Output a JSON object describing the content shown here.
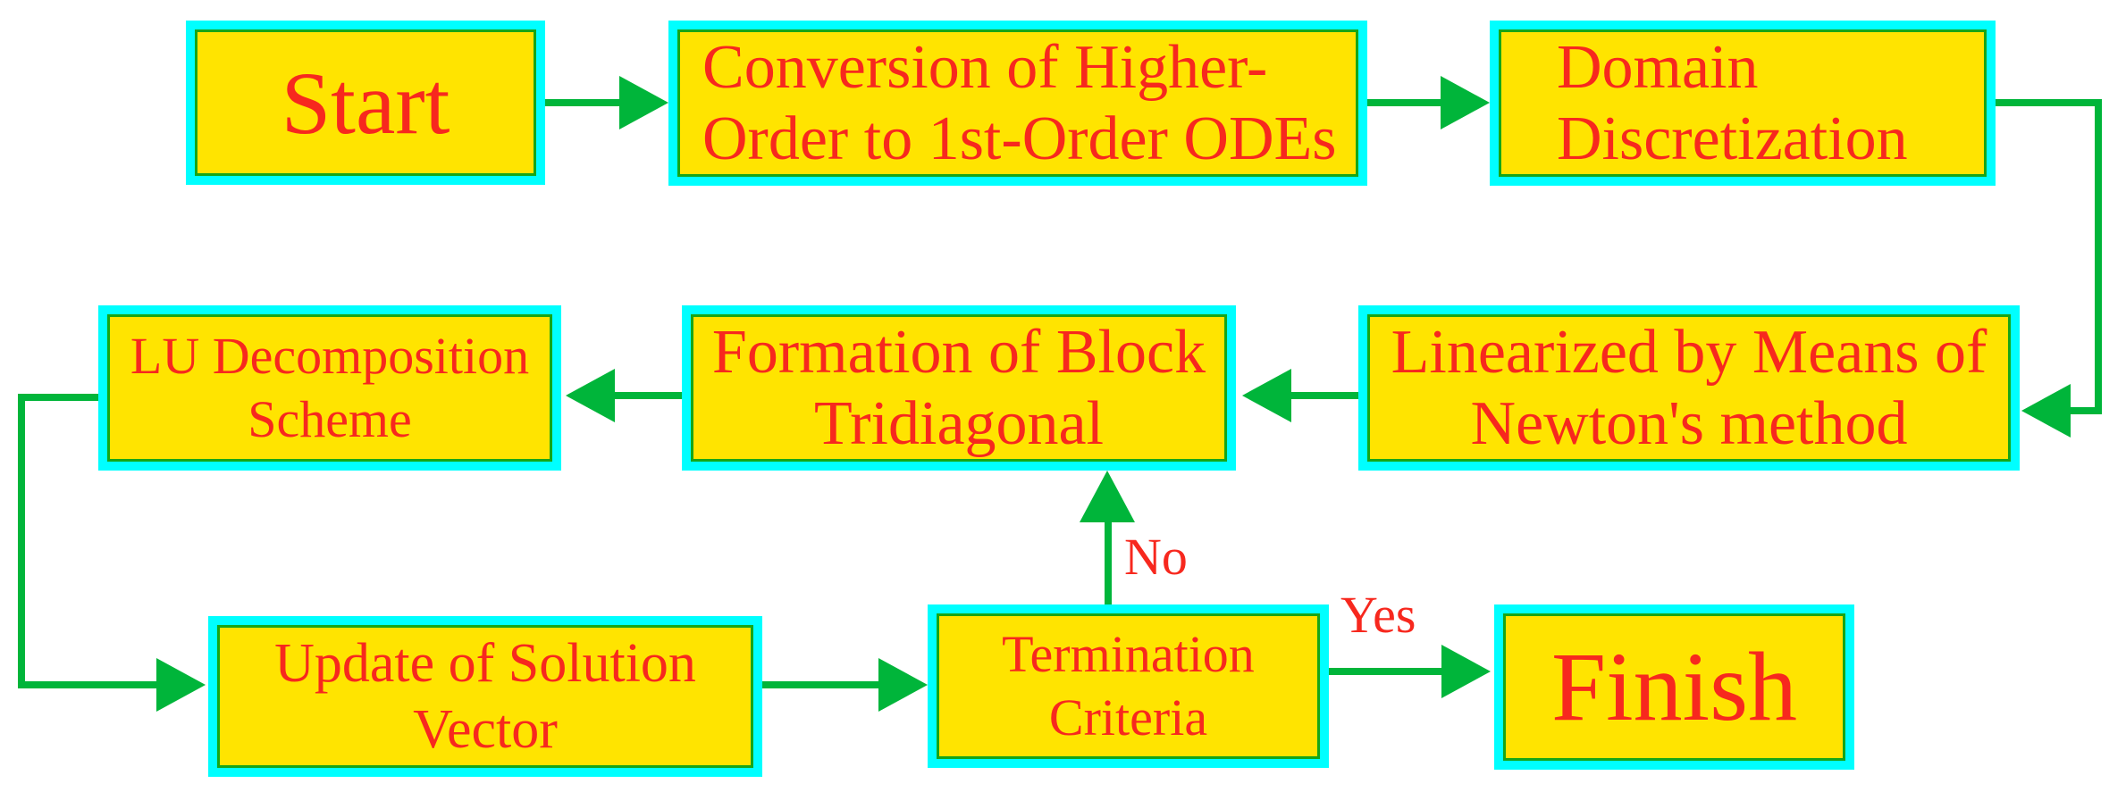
{
  "figure": {
    "type": "flowchart",
    "description": "Numerical solution procedure flowchart"
  },
  "colors": {
    "background": "#ffffff",
    "box_fill": "#ffe400",
    "box_border_outer": "#00ffff",
    "box_border_inner": "#17a617",
    "arrow": "#00b53a",
    "text": "#f7281e"
  },
  "nodes": [
    {
      "id": "start",
      "lines": [
        "Start"
      ]
    },
    {
      "id": "conversion",
      "lines": [
        "Conversion of Higher-",
        "Order to 1st-Order ODEs"
      ]
    },
    {
      "id": "domain-discretization",
      "lines": [
        "Domain",
        "Discretization"
      ]
    },
    {
      "id": "linearized",
      "lines": [
        "Linearized by Means of",
        "Newton's method"
      ]
    },
    {
      "id": "formation",
      "lines": [
        "Formation of Block",
        "Tridiagonal"
      ]
    },
    {
      "id": "lu-decomposition",
      "lines": [
        "LU Decomposition",
        "Scheme"
      ]
    },
    {
      "id": "update-vector",
      "lines": [
        "Update of Solution",
        "Vector"
      ]
    },
    {
      "id": "termination",
      "lines": [
        "Termination",
        "Criteria"
      ]
    },
    {
      "id": "finish",
      "lines": [
        "Finish"
      ]
    }
  ],
  "edges": [
    {
      "from": "start",
      "to": "conversion",
      "label": ""
    },
    {
      "from": "conversion",
      "to": "domain-discretization",
      "label": ""
    },
    {
      "from": "domain-discretization",
      "to": "linearized",
      "label": ""
    },
    {
      "from": "linearized",
      "to": "formation",
      "label": ""
    },
    {
      "from": "formation",
      "to": "lu-decomposition",
      "label": ""
    },
    {
      "from": "lu-decomposition",
      "to": "update-vector",
      "label": ""
    },
    {
      "from": "update-vector",
      "to": "termination",
      "label": ""
    },
    {
      "from": "termination",
      "to": "finish",
      "label": "Yes"
    },
    {
      "from": "termination",
      "to": "formation",
      "label": "No"
    }
  ]
}
